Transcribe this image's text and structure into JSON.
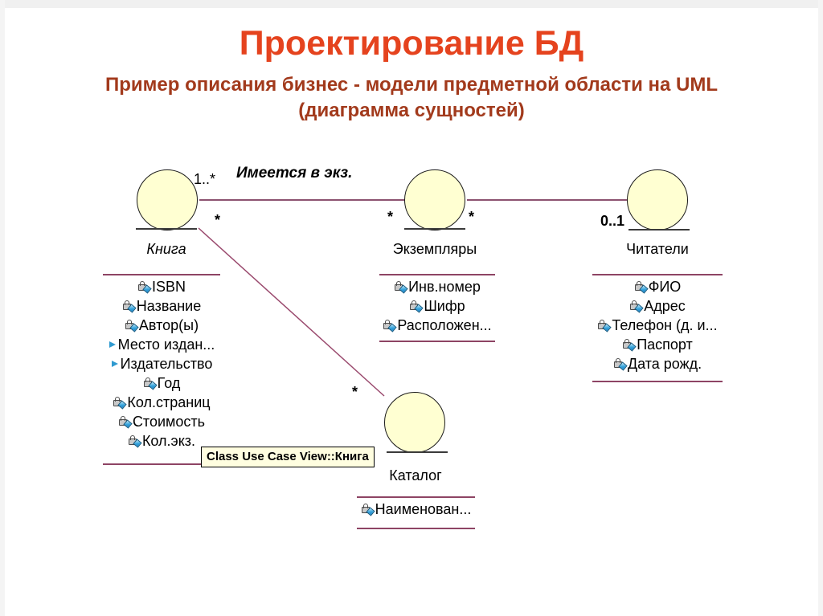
{
  "page": {
    "title": "Проектирование БД",
    "subtitle_line1": "Пример описания бизнес - модели предметной области на UML",
    "subtitle_line2": "(диаграмма сущностей)"
  },
  "colors": {
    "title_accent": "#e5431e",
    "subtitle_accent": "#a23a1c",
    "entity_fill": "#ffffd2",
    "relation_line": "#7c3a5c",
    "attribute_line": "#8e4464",
    "tooltip_bg": "#fffee0"
  },
  "diagram": {
    "association_label": "Имеется в экз.",
    "tooltip_label": "Class Use Case View::Книга",
    "entities": [
      {
        "name": "Книга",
        "attributes": [
          {
            "label": "ISBN",
            "icon": "lock"
          },
          {
            "label": "Название",
            "icon": "lock"
          },
          {
            "label": "Автор(ы)",
            "icon": "lock"
          },
          {
            "label": "Место издан...",
            "icon": "chevron"
          },
          {
            "label": "Издательство",
            "icon": "chevron"
          },
          {
            "label": "Год",
            "icon": "lock"
          },
          {
            "label": "Кол.страниц",
            "icon": "lock"
          },
          {
            "label": "Стоимость",
            "icon": "lock"
          },
          {
            "label": "Кол.экз.",
            "icon": "lock"
          }
        ]
      },
      {
        "name": "Экземпляры",
        "attributes": [
          {
            "label": "Инв.номер",
            "icon": "lock"
          },
          {
            "label": "Шифр",
            "icon": "lock"
          },
          {
            "label": "Расположен...",
            "icon": "lock"
          }
        ]
      },
      {
        "name": "Читатели",
        "attributes": [
          {
            "label": "ФИО",
            "icon": "lock"
          },
          {
            "label": "Адрес",
            "icon": "lock"
          },
          {
            "label": "Телефон (д. и...",
            "icon": "lock"
          },
          {
            "label": "Паспорт",
            "icon": "lock"
          },
          {
            "label": "Дата рожд.",
            "icon": "lock"
          }
        ]
      },
      {
        "name": "Каталог",
        "attributes": [
          {
            "label": "Наименован...",
            "icon": "lock"
          }
        ]
      }
    ],
    "multiplicities": [
      {
        "text": "1..*"
      },
      {
        "text": "*"
      },
      {
        "text": "*"
      },
      {
        "text": "*"
      },
      {
        "text": "0..1"
      },
      {
        "text": "*"
      }
    ]
  }
}
